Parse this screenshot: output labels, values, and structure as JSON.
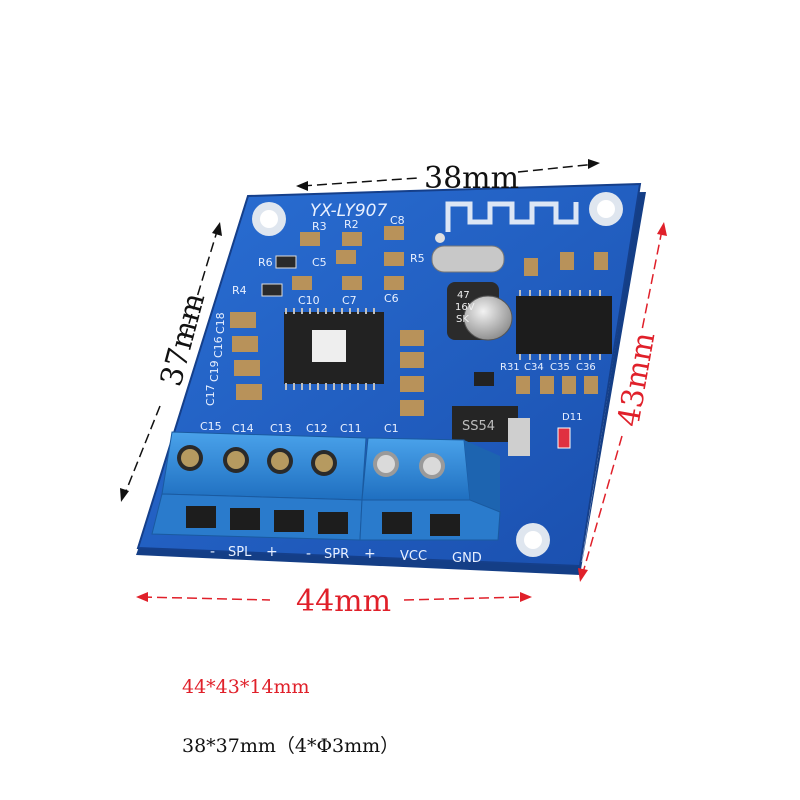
{
  "dimensions": {
    "top": "38mm",
    "left": "37mm",
    "right": "43mm",
    "bottom": "44mm"
  },
  "board": {
    "model": "YX-LY907",
    "labels": {
      "spl": "SPL",
      "spr": "SPR",
      "vcc": "VCC",
      "gnd": "GND",
      "minus": "-",
      "plus": "+"
    },
    "components": {
      "r3": "R3",
      "r2": "R2",
      "c8": "C8",
      "r6": "R6",
      "c5": "C5",
      "r5": "R5",
      "r4": "R4",
      "c10": "C10",
      "c7": "C7",
      "c6": "C6",
      "c18": "C18",
      "c16": "C16",
      "c19": "C19",
      "c17": "C17",
      "c15": "C15",
      "c14": "C14",
      "c13": "C13",
      "c12": "C12",
      "c11": "C11",
      "c1": "C1",
      "r31": "R31",
      "c34": "C34",
      "c35": "C35",
      "c36": "C36",
      "d11": "D11",
      "diode": "SS54",
      "cap_line1": "47",
      "cap_line2": "16V",
      "cap_line3": "SK"
    }
  },
  "captions": {
    "outer": "44*43*14mm",
    "inner": "38*37mm（4*Φ3mm）"
  },
  "colors": {
    "board": "#1f5fc4",
    "terminal": "#2f86d6",
    "dim_black": "#111111",
    "dim_red": "#e0202a"
  }
}
